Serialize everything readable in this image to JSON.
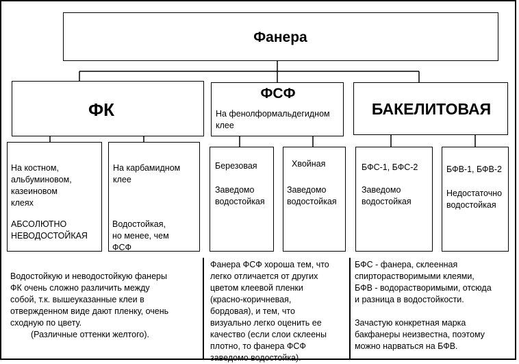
{
  "root": {
    "title": "Фанера"
  },
  "categories": [
    {
      "title": "ФК",
      "subtitle": [],
      "leaves": [
        {
          "lines": [
            "На костном,",
            "альбуминовом,",
            "казеиновом",
            "клеях"
          ],
          "status": [
            "АБСОЛЮТНО",
            "НЕВОДОСТОЙКАЯ"
          ]
        },
        {
          "lines": [
            "На карбамидном",
            "клее"
          ],
          "status": [
            "Водостойкая,",
            "но менее, чем",
            "ФСФ"
          ]
        }
      ],
      "note": [
        "Водостойкую и неводостойкую фанеры",
        "ФК очень сложно различить между",
        "собой, т.к. вышеуказанные клеи в",
        "отвержденном виде дают пленку, очень",
        "сходную по цвету.",
        "(Различные оттенки желтого)."
      ]
    },
    {
      "title": "ФСФ",
      "subtitle": [
        "На фенолформальдегидном",
        "клее"
      ],
      "leaves": [
        {
          "lines": [
            "Березовая"
          ],
          "status": [
            "Заведомо",
            "водостойкая"
          ]
        },
        {
          "lines": [
            "Хвойная"
          ],
          "status": [
            "Заведомо",
            "водостойкая"
          ]
        }
      ],
      "note": [
        "Фанера ФСФ хороша тем, что",
        "легко отличается от других",
        "цветом клеевой пленки",
        "(красно-коричневая,",
        "бордовая), и тем, что",
        "визуально легко оценить ее",
        "качество (если слои склеены",
        "плотно, то фанера ФСФ",
        "заведомо водостойка)."
      ]
    },
    {
      "title": "БАКЕЛИТОВАЯ",
      "subtitle": [],
      "leaves": [
        {
          "lines": [
            "БФС-1, БФС-2"
          ],
          "status": [
            "Заведомо",
            "водостойкая"
          ]
        },
        {
          "lines": [
            "БФВ-1, БФВ-2"
          ],
          "status": [
            "Недостаточно",
            "водостойкая"
          ]
        }
      ],
      "note": [
        "БФС - фанера, склеенная",
        "спиртора­створимыми клеями,",
        "БФВ - водорастворимыми, отсюда",
        "и разница в водостойкости.",
        "",
        "Зачастую конкретная марка",
        "бакфанеры неизвестна, поэтому",
        "можно нарваться на БФВ."
      ]
    }
  ]
}
